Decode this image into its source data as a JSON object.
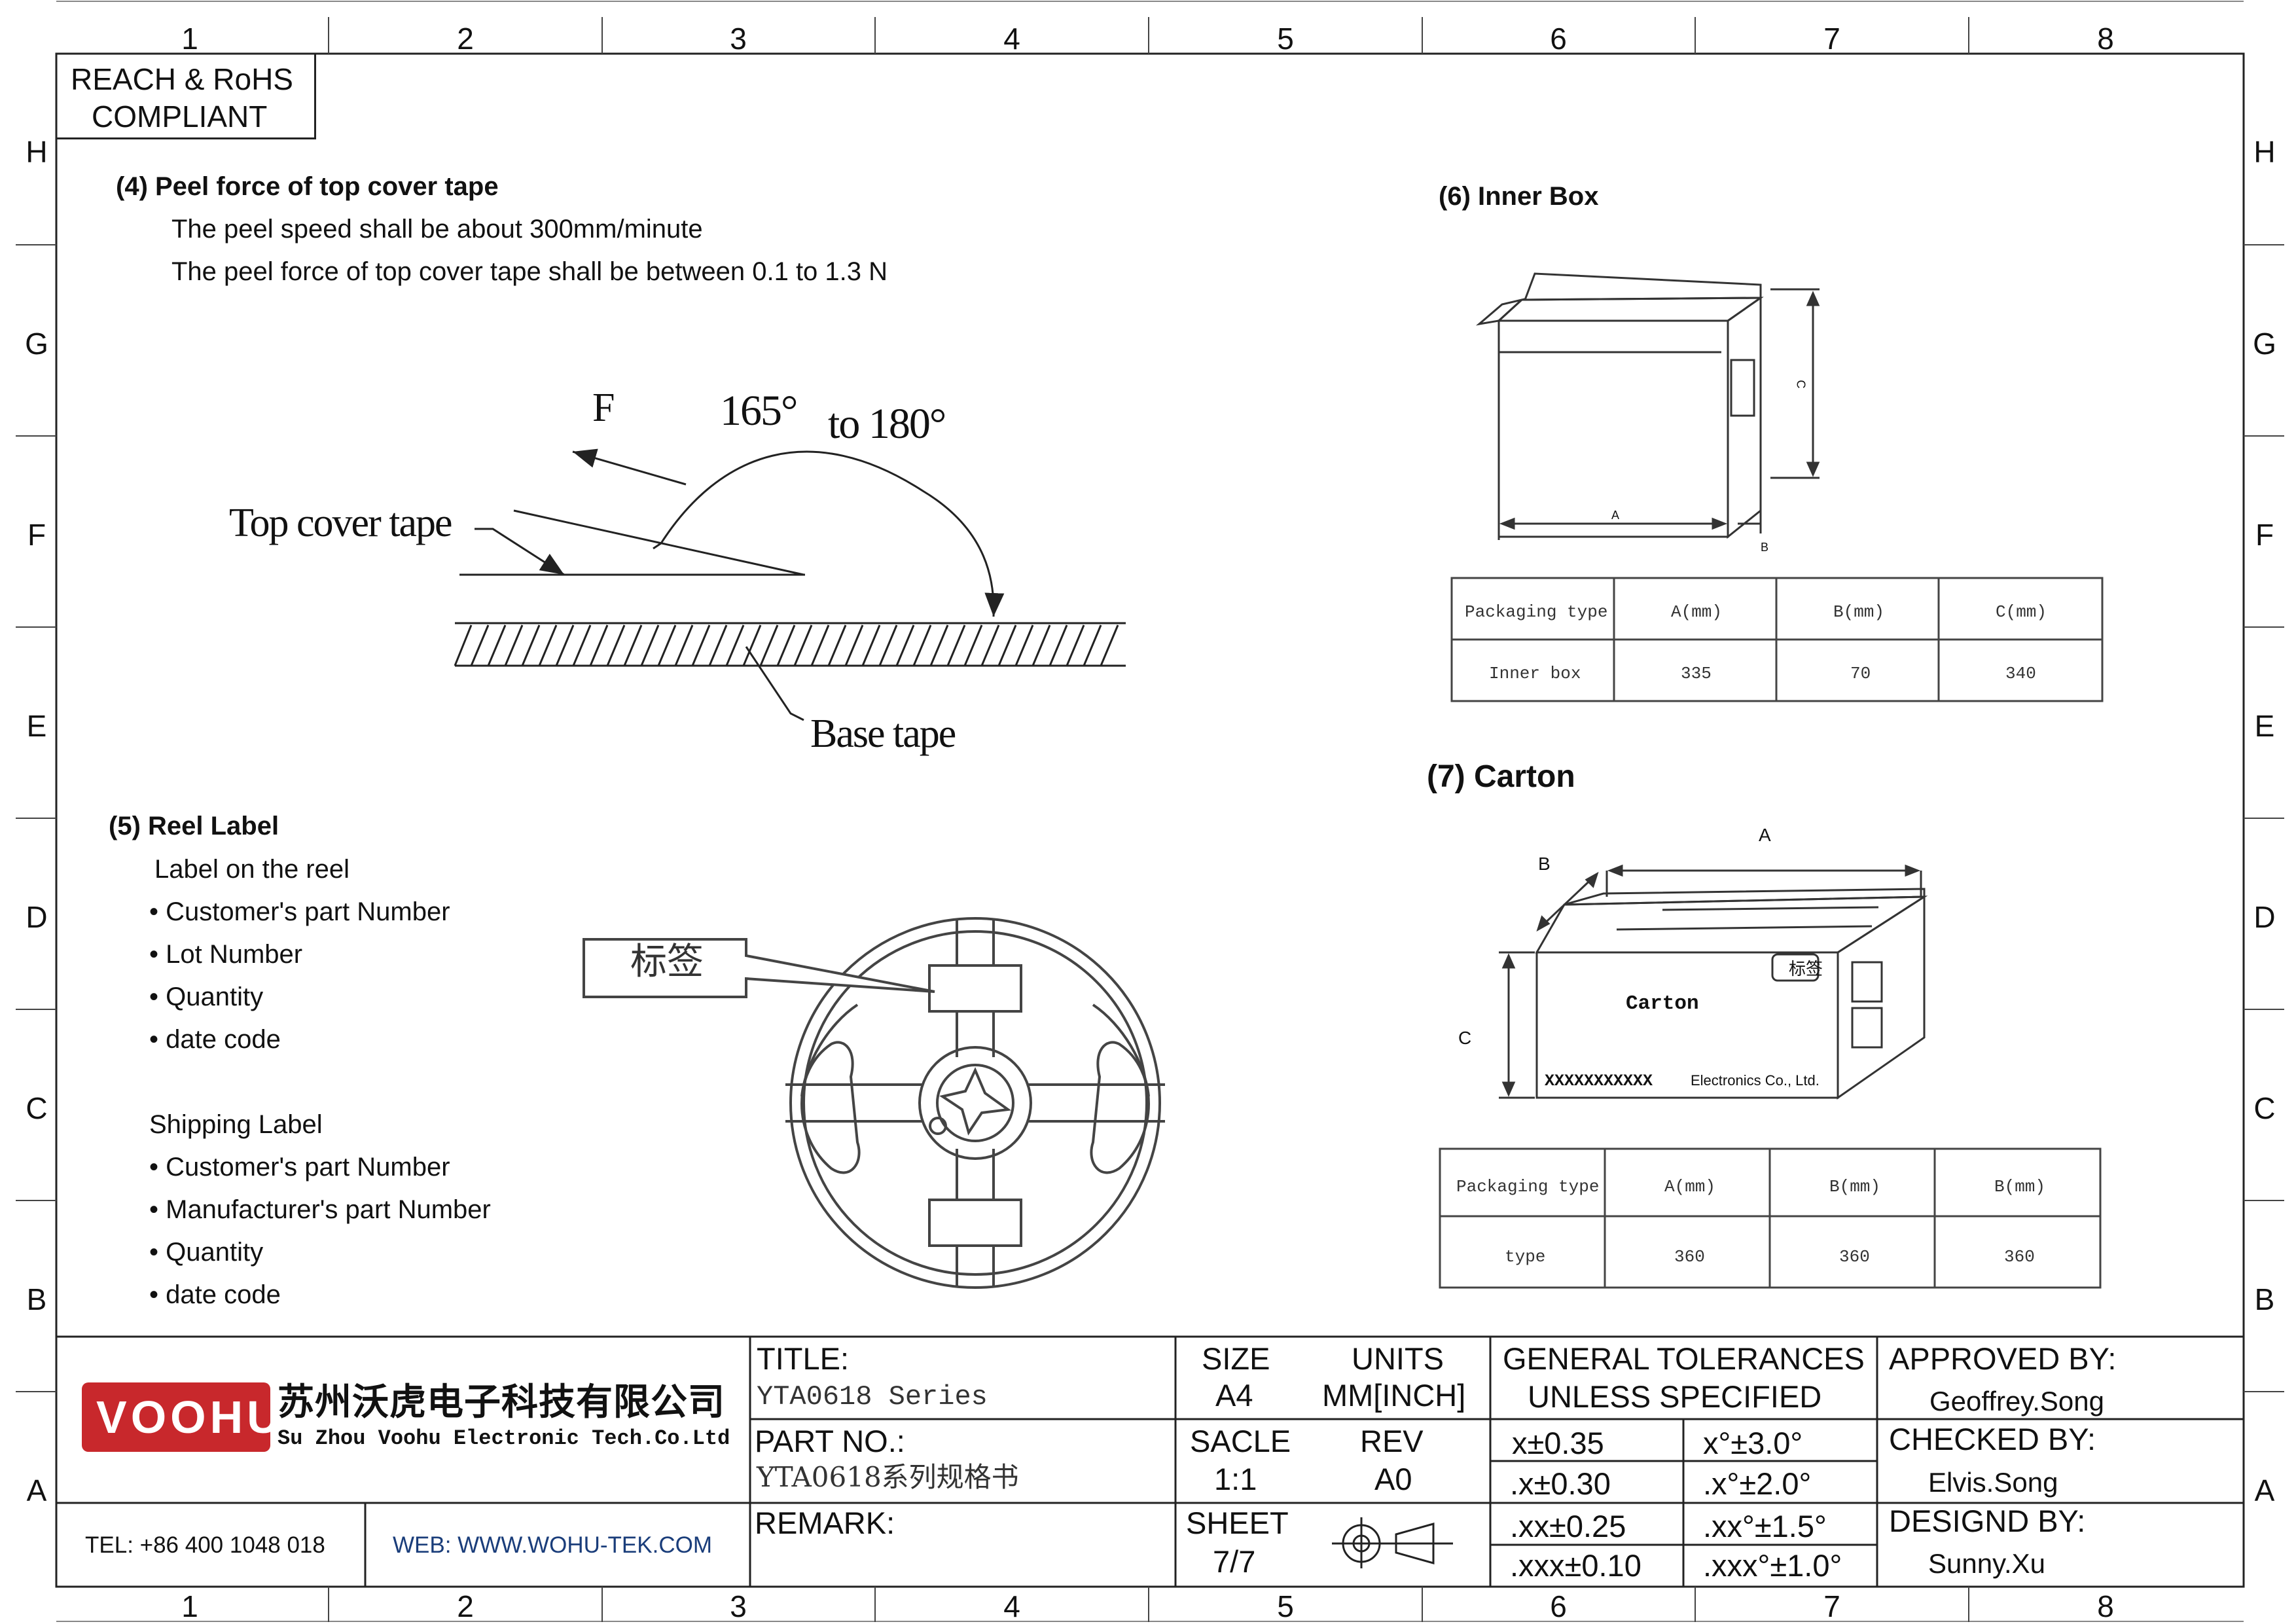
{
  "grid": {
    "columns": [
      "1",
      "2",
      "3",
      "4",
      "5",
      "6",
      "7",
      "8"
    ],
    "rows": [
      "H",
      "G",
      "F",
      "E",
      "D",
      "C",
      "B",
      "A"
    ]
  },
  "compliance": {
    "line1": "REACH & RoHS",
    "line2": "COMPLIANT"
  },
  "peel": {
    "heading": "(4) Peel force of top cover tape",
    "line1": "The peel speed shall be about 300mm/minute",
    "line2": "The peel force of top cover tape shall be between 0.1 to 1.3 N",
    "diagram": {
      "force": "F",
      "angle_from": "165°",
      "angle_to": "to 180°",
      "top_label": "Top cover tape",
      "base_label": "Base tape"
    }
  },
  "reel": {
    "heading": "(5) Reel Label",
    "reel_label_title": "Label on the reel",
    "reel_label_items": [
      "• Customer's part Number",
      "• Lot Number",
      "• Quantity",
      "• date code"
    ],
    "shipping_title": "Shipping Label",
    "shipping_items": [
      "• Customer's part Number",
      "• Manufacturer's part Number",
      "• Quantity",
      "• date code"
    ],
    "tag": "标签"
  },
  "inner_box": {
    "heading": "(6) Inner Box",
    "dims": {
      "a": "A",
      "b": "B",
      "c": "C"
    },
    "headers": [
      "Packaging type",
      "A(mm)",
      "B(mm)",
      "C(mm)"
    ],
    "row": [
      "Inner box",
      "335",
      "70",
      "340"
    ]
  },
  "carton": {
    "heading": "(7) Carton",
    "dims": {
      "a": "A",
      "b": "B",
      "c": "C"
    },
    "box_text": "Carton",
    "tag": "标签",
    "maker_mark": "XXXXXXXXXXX",
    "maker_text": "Electronics Co., Ltd.",
    "headers": [
      "Packaging type",
      "A(mm)",
      "B(mm)",
      "B(mm)"
    ],
    "row": [
      "type",
      "360",
      "360",
      "360"
    ]
  },
  "title_block": {
    "logo_text": "VOOHU",
    "company_cn": "苏州沃虎电子科技有限公司",
    "company_en": "Su Zhou Voohu Electronic Tech.Co.Ltd",
    "tel": "TEL: +86 400 1048 018",
    "web": "WEB: WWW.WOHU-TEK.COM",
    "title_label": "TITLE:",
    "title_value": "YTA0618 Series",
    "part_label": "PART NO.:",
    "part_value": "YTA0618系列规格书",
    "remark_label": "REMARK:",
    "size_label": "SIZE",
    "size_value": "A4",
    "units_label": "UNITS",
    "units_value": "MM[INCH]",
    "scale_label": "SACLE",
    "scale_value": "1:1",
    "rev_label": "REV",
    "rev_value": "A0",
    "sheet_label": "SHEET",
    "sheet_value": "7/7",
    "tol_title1": "GENERAL TOLERANCES",
    "tol_title2": "UNLESS SPECIFIED",
    "tolerances": [
      [
        "x±0.35",
        "x°±3.0°"
      ],
      [
        ".x±0.30",
        ".x°±2.0°"
      ],
      [
        ".xx±0.25",
        ".xx°±1.5°"
      ],
      [
        ".xxx±0.10",
        ".xxx°±1.0°"
      ]
    ],
    "approved_label": "APPROVED BY:",
    "approved_value": "Geoffrey.Song",
    "checked_label": "CHECKED BY:",
    "checked_value": "Elvis.Song",
    "designed_label": "DESIGND BY:",
    "designed_value": "Sunny.Xu"
  }
}
